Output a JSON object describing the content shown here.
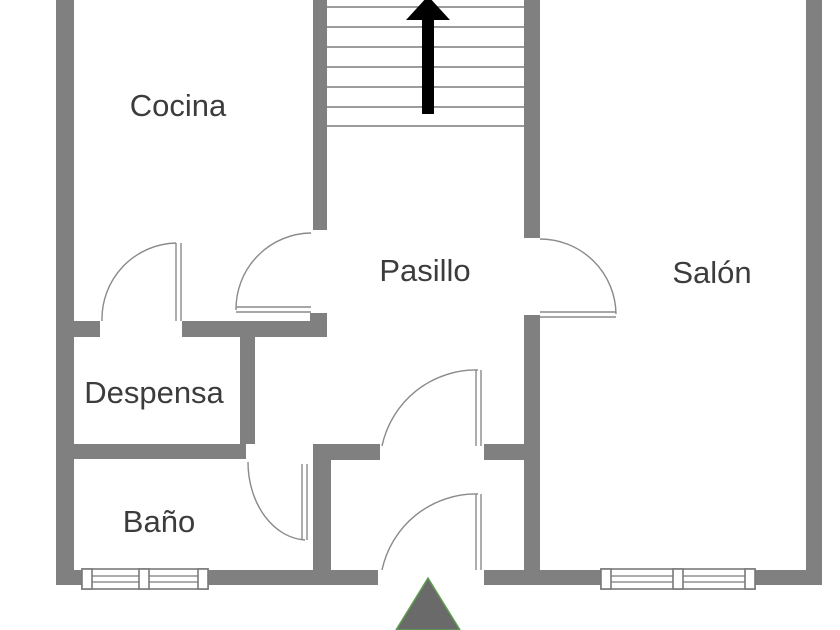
{
  "plan": {
    "rooms": {
      "cocina": "Cocina",
      "pasillo": "Pasillo",
      "salon": "Salón",
      "despensa": "Despensa",
      "bano": "Baño"
    },
    "colors": {
      "wall": "#808080",
      "label": "#3c3c3c",
      "entrance_marker": "#6a6a6a",
      "entrance_outline": "#5fa050",
      "stair_arrow": "#000000"
    },
    "icons": [
      "stair-up-arrow-icon",
      "entrance-marker-icon"
    ]
  }
}
